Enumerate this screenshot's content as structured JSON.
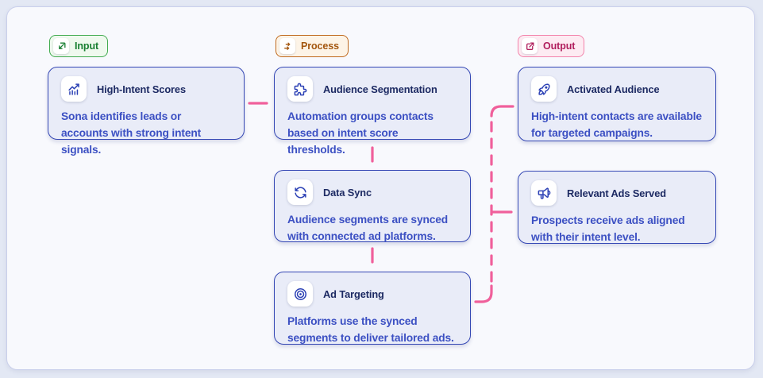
{
  "badges": {
    "input": {
      "label": "Input",
      "icon": "import-icon"
    },
    "process": {
      "label": "Process",
      "icon": "transfer-arrows-icon"
    },
    "output": {
      "label": "Output",
      "icon": "external-link-icon"
    }
  },
  "cards": {
    "high_intent_scores": {
      "title": "High-Intent Scores",
      "body": "Sona identifies leads or accounts with strong intent signals.",
      "icon": "chart-trending-icon"
    },
    "audience_segmentation": {
      "title": "Audience Segmentation",
      "body": "Automation groups contacts based on intent score thresholds.",
      "icon": "puzzle-icon"
    },
    "data_sync": {
      "title": "Data Sync",
      "body": "Audience segments are synced with connected ad platforms.",
      "icon": "refresh-sync-icon"
    },
    "ad_targeting": {
      "title": "Ad Targeting",
      "body": "Platforms use the synced segments to deliver tailored ads.",
      "icon": "target-icon"
    },
    "activated_audience": {
      "title": "Activated Audience",
      "body": "High-intent contacts are available for targeted campaigns.",
      "icon": "rocket-icon"
    },
    "relevant_ads_served": {
      "title": "Relevant Ads Served",
      "body": "Prospects receive ads aligned with their intent level.",
      "icon": "megaphone-icon"
    }
  },
  "colors": {
    "page_bg": "#e3e8f4",
    "panel_bg": "#f8f9fd",
    "panel_border": "#c9cfeb",
    "card_bg": "#e9ecf8",
    "card_border": "#3447b4",
    "card_title": "#1d2a63",
    "card_body": "#3c50c3",
    "card_icon": "#2c41b5",
    "tile_bg": "#ffffff",
    "input_border": "#41ab4f",
    "input_bg": "#eff9ee",
    "input_text": "#187f31",
    "process_border": "#c06a1e",
    "process_bg": "#fdf4e7",
    "process_text": "#a3560e",
    "output_border": "#f383ab",
    "output_bg": "#fdebf2",
    "output_text": "#b01d5c",
    "connector": "#f0609b"
  }
}
